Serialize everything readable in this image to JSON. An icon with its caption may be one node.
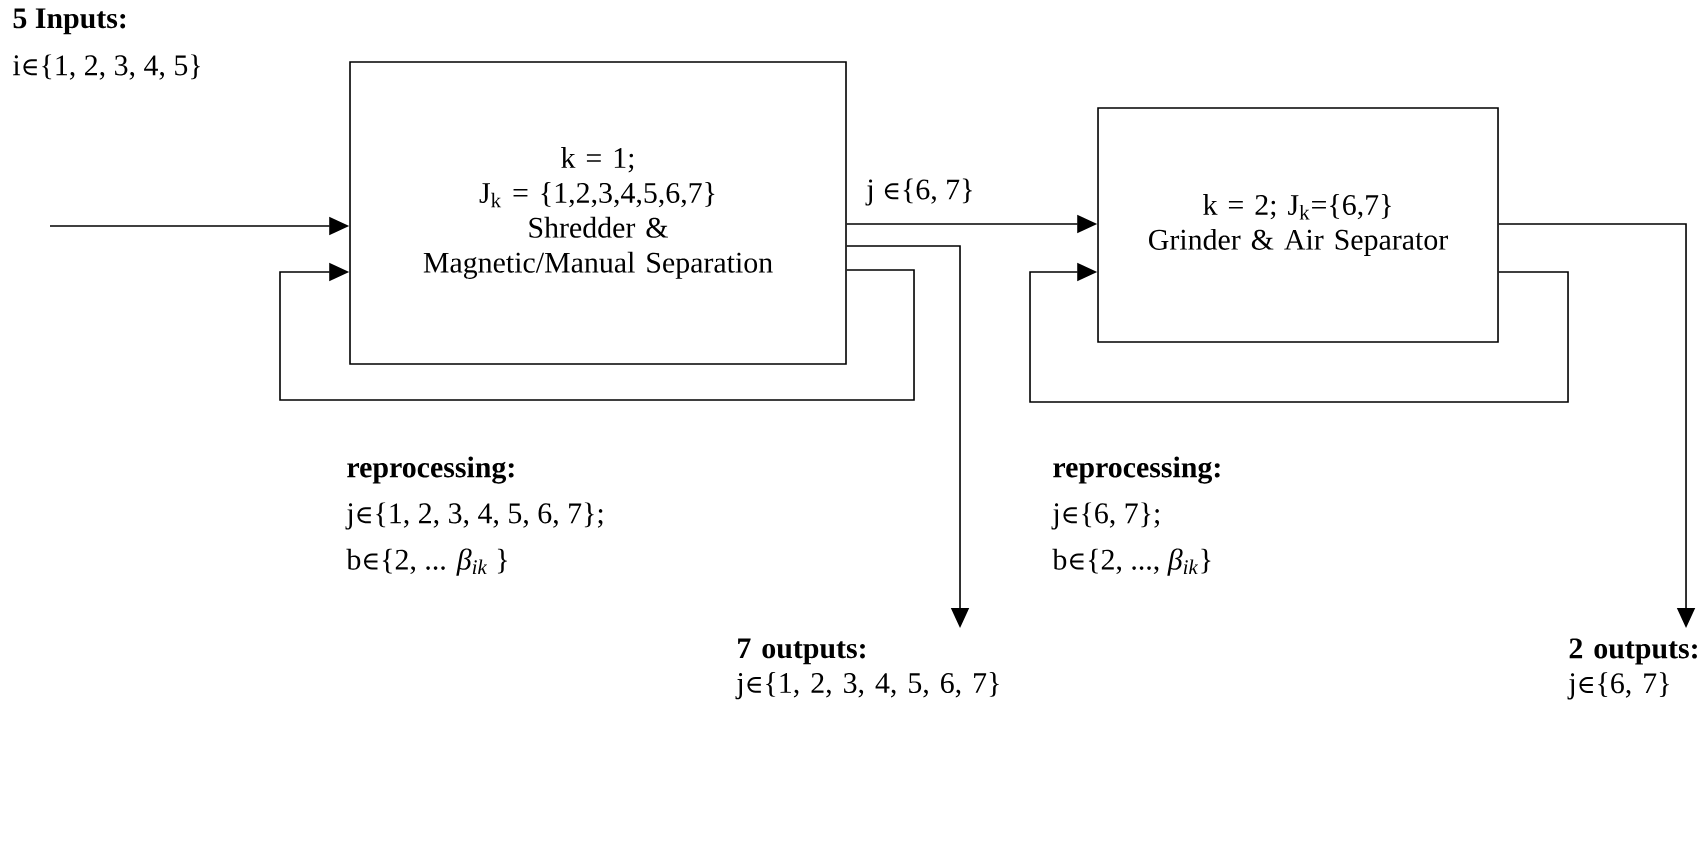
{
  "diagram": {
    "nodes": [
      {
        "text": [
          "k = 1;",
          "J$_{k}$ = {1,2,3,4,5,6,7}",
          "Shredder & Magnetic/Manual Separation"
        ]
      },
      {
        "text": [
          "k = 2; J$_{k}$={6,7}",
          "Grinder & Air Separator"
        ]
      },
      {
        "text": [
          "7 outputs:",
          "j∈{1, 2, 3, 4, 5, 6, 7}"
        ]
      },
      {
        "text": [
          "2 outputs:",
          "j∈{6, 7}"
        ]
      }
    ],
    "edges": [
      {
        "from": null,
        "to": 0,
        "arrow": "to"
      },
      {
        "from": 0,
        "to": 0,
        "arrow": "to"
      },
      {
        "from": 0,
        "to": 1,
        "arrow": "to",
        "label": "j ∈{6, 7}"
      },
      {
        "from": 0,
        "to": 2,
        "arrow": "to"
      },
      {
        "from": 1,
        "to": 1,
        "arrow": "to"
      },
      {
        "from": 1,
        "to": 3,
        "arrow": "to"
      }
    ],
    "labels": [
      "5 Inputs:",
      "i∈{1, 2, 3, 4, 5}",
      "reprocessing:",
      "j∈{1, 2, 3, 4, 5, 6, 7};",
      "b∈{2, ... *β$_{ik}$* }",
      "reprocessing:",
      "j∈{6, 7};",
      "b∈{2, ..., *β$_{ik}$*}"
    ]
  }
}
